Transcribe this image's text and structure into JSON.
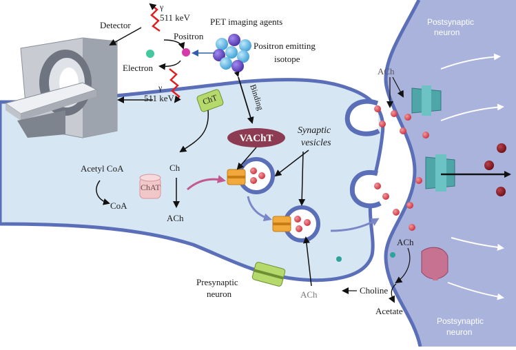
{
  "labels": {
    "detector": "Detector",
    "gamma_top": "γ",
    "energy_top": "511 keV",
    "gamma_bottom": "γ",
    "energy_bottom": "511 keV",
    "positron": "Positron",
    "electron": "Electron",
    "pet_agents": "PET imaging agents",
    "emitting_line1": "Positron emitting",
    "emitting_line2": "isotope",
    "binding": "Binding",
    "cht": "ChT",
    "vacht": "VAChT",
    "synaptic_line1": "Synaptic",
    "synaptic_line2": "vesicles",
    "acetyl_coa": "Acetyl CoA",
    "coa": "CoA",
    "chat": "ChAT",
    "ch": "Ch",
    "ach_soma": "ACh",
    "ach_cleft_top": "ACh",
    "ach_cleft_mid": "ACh",
    "ach_bottom": "ACh",
    "presynaptic_line1": "Presynaptic",
    "presynaptic_line2": "neuron",
    "choline": "Choline",
    "acetate": "Acetate",
    "post_top_line1": "Postsynaptic",
    "post_top_line2": "neuron",
    "post_bottom_line1": "Postsynaptic",
    "post_bottom_line2": "neuron"
  },
  "colors": {
    "presynaptic_fill": "#d6e6f3",
    "membrane": "#5b6fb8",
    "postsynaptic_fill": "#aab3dc",
    "ach_red": "#d9444f",
    "vacht": "#8c3b52",
    "cht_green": "#b5d96a",
    "receptor_teal": "#4fa6a8",
    "isotope_blue": "#5bbde8",
    "isotope_purple": "#6b4fc8",
    "gamma_red": "#e02020"
  }
}
